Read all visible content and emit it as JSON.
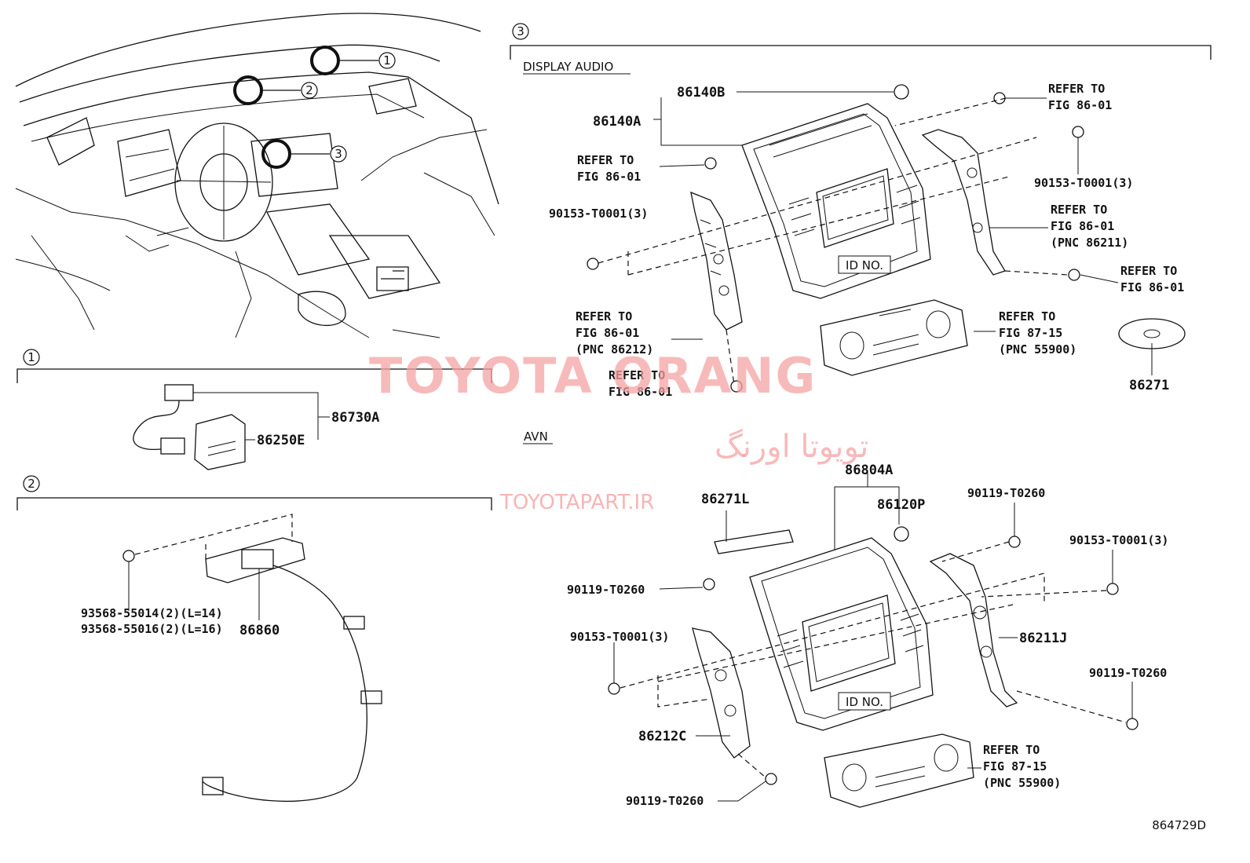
{
  "sections": {
    "s1": "1",
    "s2": "2",
    "s3": "3"
  },
  "callouts": {
    "c1": "1",
    "c2": "2",
    "c3": "3"
  },
  "display_audio": {
    "heading": "DISPLAY AUDIO",
    "p86140B": "86140B",
    "p86140A": "86140A",
    "refer_fig_86_01_top_1": "REFER TO",
    "refer_fig_86_01_top_2": "FIG 86-01",
    "bolt_right_1": "90153-T0001(3)",
    "refer_left_1": "REFER TO",
    "refer_left_2": "FIG 86-01",
    "bolt_left": "90153-T0001(3)",
    "refer_pnc86211_1": "REFER TO",
    "refer_pnc86211_2": "FIG 86-01",
    "refer_pnc86211_3": "(PNC 86211)",
    "refer_rt_1": "REFER TO",
    "refer_rt_2": "FIG 86-01",
    "id_no": "ID NO.",
    "refer_pnc86212_1": "REFER TO",
    "refer_pnc86212_2": "FIG 86-01",
    "refer_pnc86212_3": "(PNC 86212)",
    "refer_pnc55900_1": "REFER TO",
    "refer_pnc55900_2": "FIG 87-15",
    "refer_pnc55900_3": "(PNC 55900)",
    "refer_bottom_1": "REFER TO",
    "refer_bottom_2": "FIG 86-01",
    "disc": "86271"
  },
  "section1": {
    "p86730A": "86730A",
    "p86250E": "86250E"
  },
  "section2": {
    "bolt_a": "93568-55014(2)(L=14)",
    "bolt_b": "93568-55016(2)(L=16)",
    "p86860": "86860"
  },
  "avn": {
    "heading": "AVN",
    "p86804A": "86804A",
    "p86271L": "86271L",
    "p86120P": "86120P",
    "bolt_top": "90119-T0260",
    "bolt_right": "90153-T0001(3)",
    "bolt_left_top": "90119-T0260",
    "bolt_left_mid": "90153-T0001(3)",
    "p86211J": "86211J",
    "bolt_right_low": "90119-T0260",
    "id_no": "ID NO.",
    "p86212C": "86212C",
    "refer_1": "REFER TO",
    "refer_2": "FIG 87-15",
    "refer_3": "(PNC 55900)",
    "bolt_bottom": "90119-T0260"
  },
  "figure_id": "864729D",
  "watermark": {
    "line1": "TOYOTA ORANG",
    "line2": "تویوتا اورنگ",
    "line3": "TOYOTAPART.IR"
  }
}
